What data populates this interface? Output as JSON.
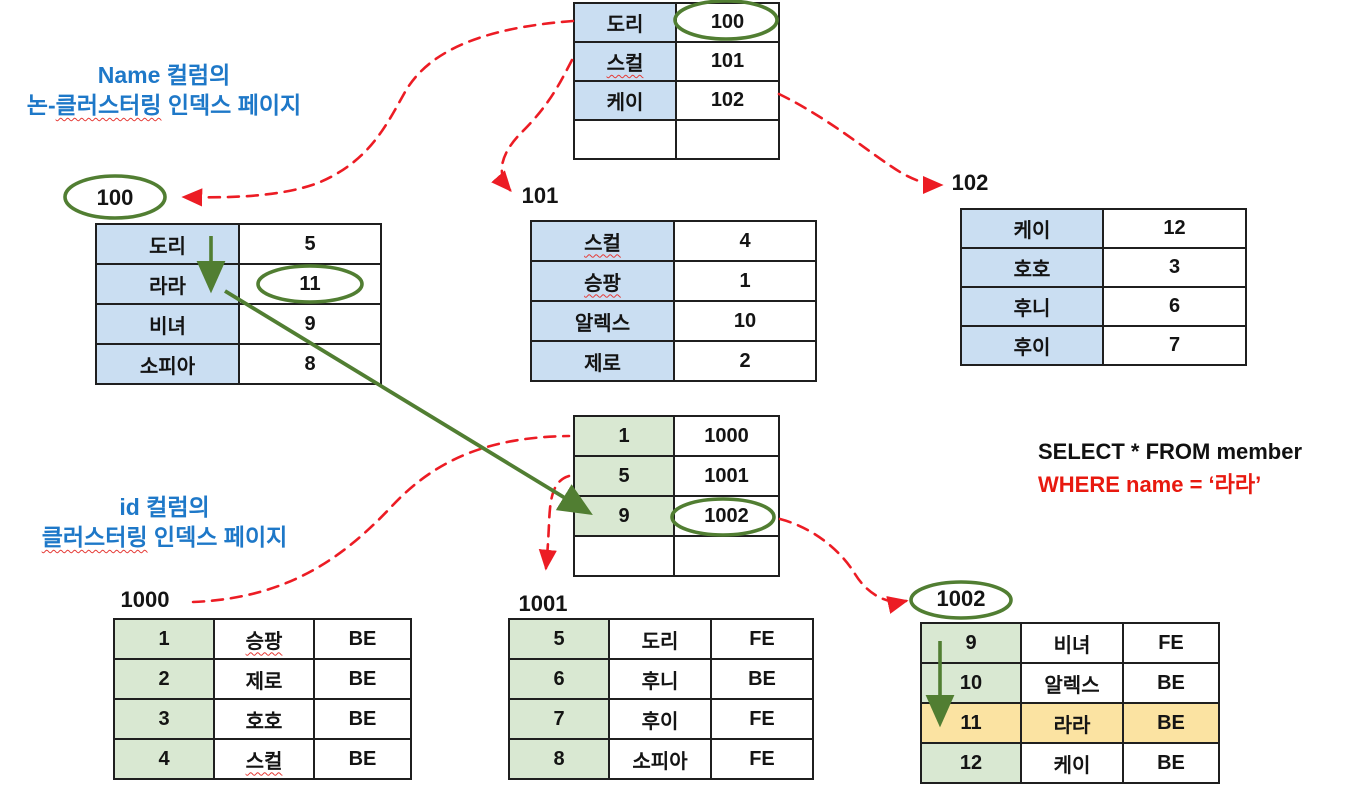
{
  "headings": {
    "name_index": {
      "line1": "Name 컬럼의",
      "line2_prefix": "논-",
      "line2_misspelled": "클러스터링",
      "line2_suffix": " 인덱스 페이지"
    },
    "id_index": {
      "line1": "id 컬럼의",
      "line2_misspelled": "클러스터링",
      "line2_suffix": " 인덱스 페이지"
    }
  },
  "query": {
    "line1": "SELECT * FROM member",
    "line2": "WHERE name = ‘라라’"
  },
  "pages": {
    "name_root": {
      "rows": [
        [
          "도리",
          "100"
        ],
        [
          "스컬",
          "101"
        ],
        [
          "케이",
          "102"
        ],
        [
          "",
          ""
        ]
      ]
    },
    "p100": {
      "label": "100",
      "rows": [
        [
          "도리",
          "5"
        ],
        [
          "라라",
          "11"
        ],
        [
          "비녀",
          "9"
        ],
        [
          "소피아",
          "8"
        ]
      ]
    },
    "p101": {
      "label": "101",
      "rows": [
        [
          "스컬",
          "4"
        ],
        [
          "승팡",
          "1"
        ],
        [
          "알렉스",
          "10"
        ],
        [
          "제로",
          "2"
        ]
      ]
    },
    "p102": {
      "label": "102",
      "rows": [
        [
          "케이",
          "12"
        ],
        [
          "호호",
          "3"
        ],
        [
          "후니",
          "6"
        ],
        [
          "후이",
          "7"
        ]
      ]
    },
    "id_root": {
      "rows": [
        [
          "1",
          "1000"
        ],
        [
          "5",
          "1001"
        ],
        [
          "9",
          "1002"
        ],
        [
          "",
          ""
        ]
      ]
    },
    "p1000": {
      "label": "1000",
      "rows": [
        [
          "1",
          "승팡",
          "BE"
        ],
        [
          "2",
          "제로",
          "BE"
        ],
        [
          "3",
          "호호",
          "BE"
        ],
        [
          "4",
          "스컬",
          "BE"
        ]
      ]
    },
    "p1001": {
      "label": "1001",
      "rows": [
        [
          "5",
          "도리",
          "FE"
        ],
        [
          "6",
          "후니",
          "BE"
        ],
        [
          "7",
          "후이",
          "FE"
        ],
        [
          "8",
          "소피아",
          "FE"
        ]
      ]
    },
    "p1002": {
      "label": "1002",
      "rows": [
        [
          "9",
          "비녀",
          "FE"
        ],
        [
          "10",
          "알렉스",
          "BE"
        ],
        [
          "11",
          "라라",
          "BE"
        ],
        [
          "12",
          "케이",
          "BE"
        ]
      ]
    }
  },
  "colors": {
    "key_cell_blue": "#cadef2",
    "key_cell_green": "#d9e8d2",
    "highlight_yellow": "#fbe3a2",
    "annotation_blue": "#1e78c8",
    "arrow_red": "#ec1c24",
    "arrow_green": "#517e32",
    "query_red": "#e8190f"
  }
}
